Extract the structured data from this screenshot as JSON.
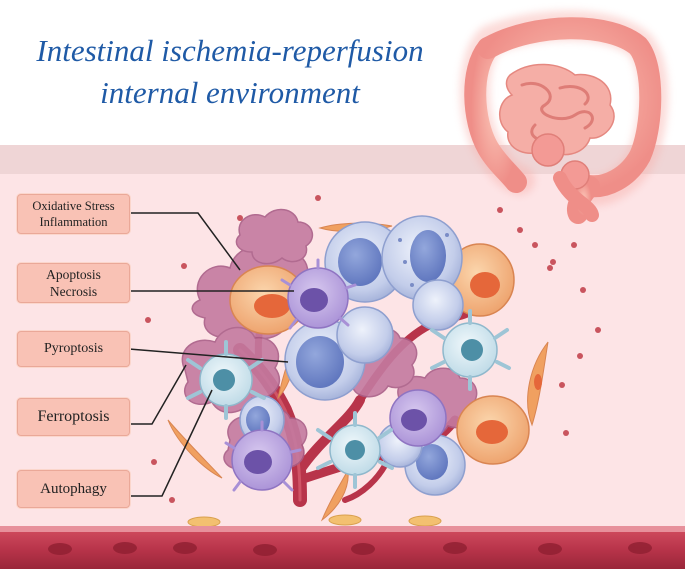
{
  "title": {
    "line1": "Intestinal ischemia-reperfusion",
    "line2": "internal environment"
  },
  "labels": [
    {
      "line1": "Oxidative Stress",
      "line2": "Inflammation"
    },
    {
      "line1": "Apoptosis",
      "line2": "Necrosis"
    },
    {
      "line1": "Pyroptosis"
    },
    {
      "line1": "Ferroptosis"
    },
    {
      "line1": "Autophagy"
    }
  ],
  "colors": {
    "title": "#1f5aa6",
    "tissue_background": "#fde4e6",
    "band": "#efd5d6",
    "vessel": "#b8344a",
    "label_box": "#f9c2b5",
    "intestine": "#f39a95"
  }
}
